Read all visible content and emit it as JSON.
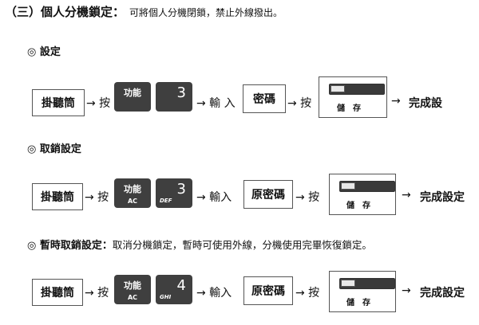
{
  "heading": {
    "title": "（三）個人分機鎖定：",
    "desc": "可將個人分機閉鎖，禁止外線撥出。"
  },
  "sections": [
    {
      "title": "◎ 設定",
      "desc": "",
      "steps": {
        "handset": "掛聽筒",
        "arrow1": "→ 按",
        "func_top": "功能",
        "func_bottom": "",
        "digit": "3",
        "digit_letters": "",
        "arrow2": "→ 輸 入",
        "password": "密碼",
        "arrow3": "→ 按",
        "save": "儲存",
        "arrow4": "→",
        "result": "完成設"
      }
    },
    {
      "title": "◎ 取銷設定",
      "desc": "",
      "steps": {
        "handset": "掛聽筒",
        "arrow1": "→ 按",
        "func_top": "功能",
        "func_bottom": "AC",
        "digit": "3",
        "digit_letters": "DEF",
        "arrow2": "→ 輸入",
        "password": "原密碼",
        "arrow3": "→ 按",
        "save": "儲存",
        "arrow4": "→",
        "result": "完成設定"
      }
    },
    {
      "title": "◎ 暫時取銷設定：",
      "desc": "取消分機鎖定，暫時可使用外線，分機使用完畢恢復鎖定。",
      "steps": {
        "handset": "掛聽筒",
        "arrow1": "→ 按",
        "func_top": "功能",
        "func_bottom": "AC",
        "digit": "4",
        "digit_letters": "GHI",
        "arrow2": "→ 輸入",
        "password": "原密碼",
        "arrow3": "→ 按",
        "save": "儲存",
        "arrow4": "→",
        "result": "完成設定"
      }
    }
  ]
}
